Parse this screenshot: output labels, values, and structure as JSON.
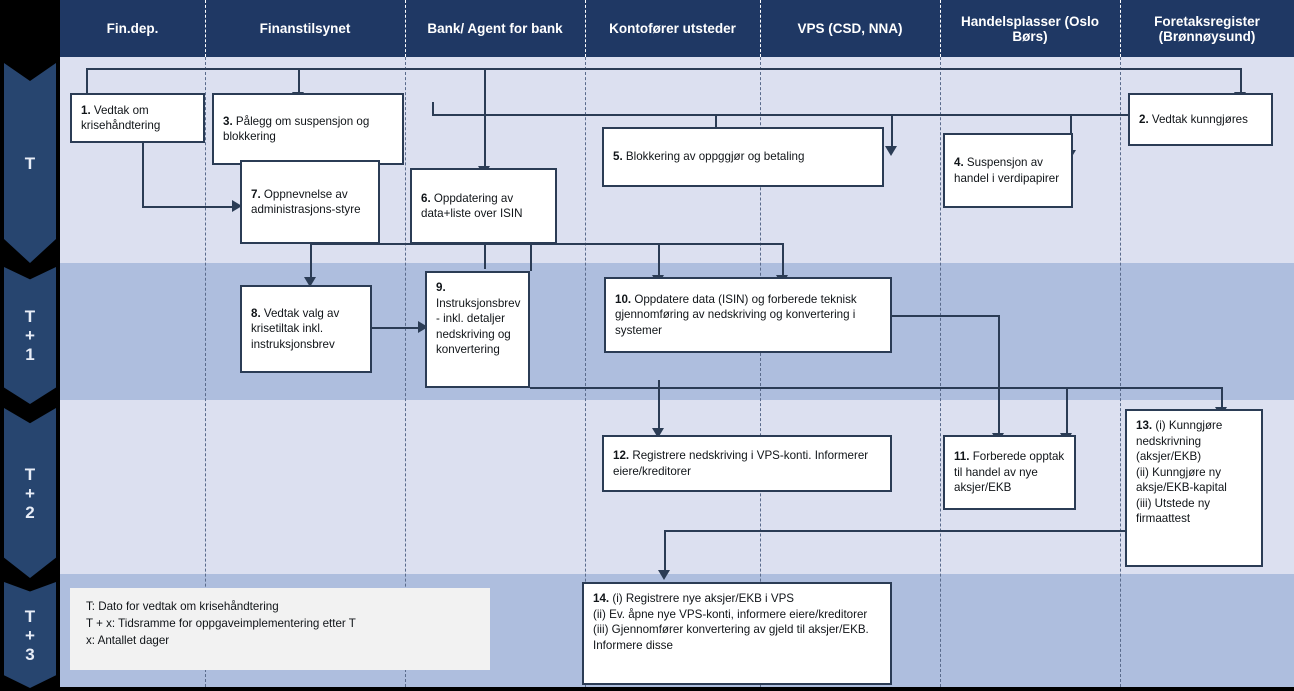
{
  "header": {
    "lanes": [
      {
        "id": "fin-dep",
        "label": "Fin.dep."
      },
      {
        "id": "finanstilsynet",
        "label": "Finanstilsynet"
      },
      {
        "id": "bank-agent",
        "label": "Bank/ Agent for bank"
      },
      {
        "id": "kontofoerer",
        "label": "Kontofører utsteder"
      },
      {
        "id": "vps",
        "label": "VPS (CSD, NNA)"
      },
      {
        "id": "handelsplasser",
        "label": "Handelsplasser (Oslo Børs)"
      },
      {
        "id": "foretaksregister",
        "label": "Foretaksregister (Brønnøysund)"
      }
    ]
  },
  "timeline": {
    "items": [
      {
        "id": "t0",
        "lines": [
          "T"
        ]
      },
      {
        "id": "t1",
        "lines": [
          "T",
          "+",
          "1"
        ]
      },
      {
        "id": "t2",
        "lines": [
          "T",
          "+",
          "2"
        ]
      },
      {
        "id": "t3",
        "lines": [
          "T",
          "+",
          "3"
        ]
      }
    ]
  },
  "steps": [
    {
      "id": "step-1",
      "number": "1.",
      "text": " Vedtak om krisehåndtering",
      "lane": "fin-dep",
      "band": "t0"
    },
    {
      "id": "step-2",
      "number": "2.",
      "text": " Vedtak kunngjøres",
      "lane": "foretaksregister",
      "band": "t0"
    },
    {
      "id": "step-3",
      "number": "3.",
      "text": " Pålegg om  suspensjon og blokkering",
      "lane": "finanstilsynet",
      "band": "t0"
    },
    {
      "id": "step-4",
      "number": "4.",
      "text": " Suspensjon av handel i verdipapirer",
      "lane": "handelsplasser",
      "band": "t0"
    },
    {
      "id": "step-5",
      "number": "5.",
      "text": " Blokkering av oppggjør og betaling",
      "lane": "kontofoerer",
      "band": "t0"
    },
    {
      "id": "step-6",
      "number": "6.",
      "text": " Oppdatering av data+liste over ISIN",
      "lane": "bank-agent",
      "band": "t0"
    },
    {
      "id": "step-7",
      "number": "7.",
      "text": " Oppnevnelse av administrasjons-styre",
      "lane": "finanstilsynet",
      "band": "t0"
    },
    {
      "id": "step-8",
      "number": "8.",
      "text": " Vedtak valg av krisetiltak inkl. instruksjonsbrev",
      "lane": "finanstilsynet",
      "band": "t1"
    },
    {
      "id": "step-9",
      "number": "9.",
      "text": " Instruksjonsbrev - inkl. detaljer nedskriving og konvertering",
      "lane": "bank-agent",
      "band": "t1"
    },
    {
      "id": "step-10",
      "number": "10.",
      "text": " Oppdatere data (ISIN) og forberede teknisk gjennomføring  av nedskriving og konvertering i systemer",
      "lane": "kontofoerer",
      "band": "t1"
    },
    {
      "id": "step-11",
      "number": "11.",
      "text": " Forberede opptak til handel av nye aksjer/EKB",
      "lane": "handelsplasser",
      "band": "t2"
    },
    {
      "id": "step-12",
      "number": "12.",
      "text": " Registrere nedskriving i VPS-konti. Informerer eiere/kreditorer",
      "lane": "kontofoerer",
      "band": "t2"
    },
    {
      "id": "step-13",
      "number": "13.",
      "text": " (i) Kunngjøre nedskrivning (aksjer/EKB)\n(ii) Kunngjøre ny aksje/EKB-kapital\n(iii) Utstede ny firmaattest",
      "lane": "foretaksregister",
      "band": "t2"
    },
    {
      "id": "step-14",
      "number": "14.",
      "text": " (i) Registrere nye aksjer/EKB i VPS\n(ii) Ev. åpne nye VPS-konti, informere eiere/kreditorer\n(iii) Gjennomfører konvertering  av gjeld til aksjer/EKB. Informere disse",
      "lane": "kontofoerer",
      "band": "t3"
    }
  ],
  "legend": {
    "lines": [
      "T: Dato for vedtak om krisehåndtering",
      "T + x: Tidsramme for oppgaveimplementering  etter T",
      "x: Antallet dager"
    ]
  },
  "colors": {
    "header_bg": "#1F3864",
    "band_light": "#DCE0F0",
    "band_dark": "#AEBEDE",
    "chevron": "#27456F",
    "box_border": "#2B3C55",
    "connector": "#2B3C55",
    "legend_bg": "#F2F2F2",
    "page_bg": "#000000"
  }
}
